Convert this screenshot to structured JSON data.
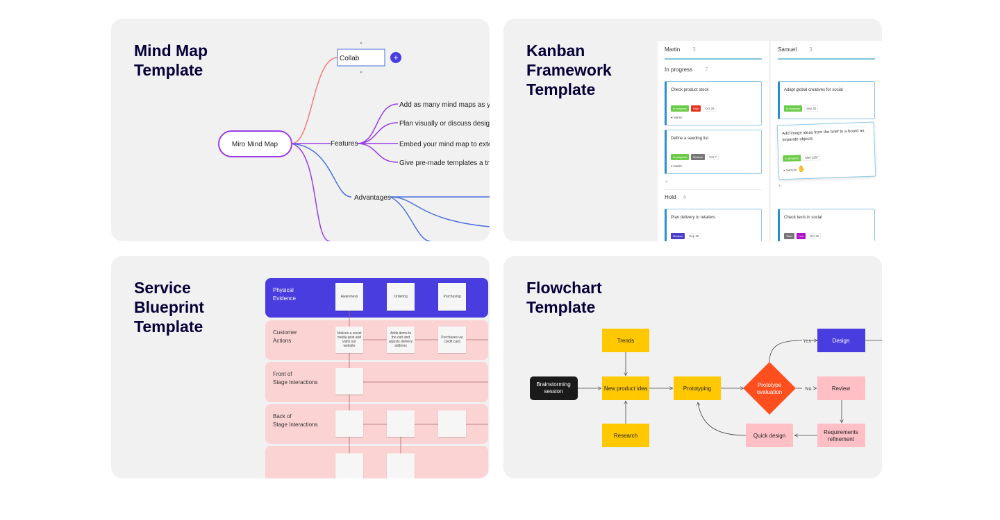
{
  "cards": [
    {
      "title": "Mind Map\nTemplate",
      "mindmap": {
        "root": "Miro Mind Map",
        "editing": "Collab",
        "features": "Features",
        "items": [
          "Add as many mind maps as you",
          "Plan visually or discuss designs",
          "Embed your mind map to exter",
          "Give pre-made templates a try"
        ],
        "advantages": "Advantages"
      }
    },
    {
      "title": "Kanban\nFramework\nTemplate",
      "kanban": {
        "columns": [
          {
            "name": "Martin",
            "count": "3",
            "section": "In progress",
            "section_count": "7",
            "cards": [
              {
                "title": "Check product stock",
                "tags": [
                  {
                    "t": "In progress",
                    "c": "#6ccb48"
                  },
                  {
                    "t": "High",
                    "c": "#e8321e"
                  }
                ],
                "date": "Oct 29",
                "who": "Martin"
              },
              {
                "title": "Define a seeding list",
                "tags": [
                  {
                    "t": "In progress",
                    "c": "#6ccb48"
                  },
                  {
                    "t": "Medium",
                    "c": "#777"
                  }
                ],
                "date": "Oct 7",
                "who": "Martin"
              }
            ],
            "hold": "Hold",
            "hold_count": "4",
            "hold_cards": [
              {
                "title": "Plan delivery to retailers",
                "tags": [
                  {
                    "t": "Medium",
                    "c": "#4b3fc9"
                  }
                ],
                "date": "Sep 25"
              }
            ]
          },
          {
            "name": "Samuel",
            "count": "3",
            "cards": [
              {
                "title": "Adapt global creatives for social",
                "tags": [
                  {
                    "t": "In progress",
                    "c": "#6ccb48"
                  }
                ],
                "date": "Sep 30"
              },
              {
                "title": "Add image ideas from the brief to a board as separate objects",
                "tags": [
                  {
                    "t": "In progress",
                    "c": "#6ccb48"
                  }
                ],
                "date": "MW-1957",
                "who": "Samuel"
              }
            ],
            "hold_cards": [
              {
                "title": "Check texts in social",
                "tags": [
                  {
                    "t": "Todo",
                    "c": "#777"
                  },
                  {
                    "t": "Low",
                    "c": "#b012c9"
                  }
                ],
                "date": "Oct 15"
              }
            ]
          }
        ]
      }
    },
    {
      "title": "Service\nBlueprint\nTemplate",
      "blueprint": {
        "rows": [
          "Physical\nEvidence",
          "Customer\nActions",
          "Front of\nStage Interactions",
          "Back of\nStage Interactions",
          ""
        ],
        "evidence": [
          "Awareness",
          "Ordering",
          "Purchasing"
        ],
        "actions": [
          "Notices a social media post and visits our website",
          "Adds items to the cart and adjusts delivery address",
          "Purchases via credit card"
        ]
      }
    },
    {
      "title": "Flowchart\nTemplate",
      "flowchart": {
        "brainstorm": "Brainstorming session",
        "trends": "Trends",
        "idea": "New product idea",
        "research": "Research",
        "prototyping": "Prototyping",
        "evaluation": "Prototype evaluation",
        "design": "Design",
        "review": "Review",
        "requirements": "Requirements refinement",
        "quick": "Quick design",
        "yes": "Yes",
        "no": "No"
      }
    }
  ],
  "colors": {
    "title": "#050038",
    "purple": "#4a3de0",
    "yellow": "#ffc800",
    "pink": "#ffbfc4",
    "orange": "#ff4f1f",
    "mm_purple": "#9b3ce6",
    "mm_blue": "#4a6ee0",
    "mm_red": "#f27a7a"
  }
}
